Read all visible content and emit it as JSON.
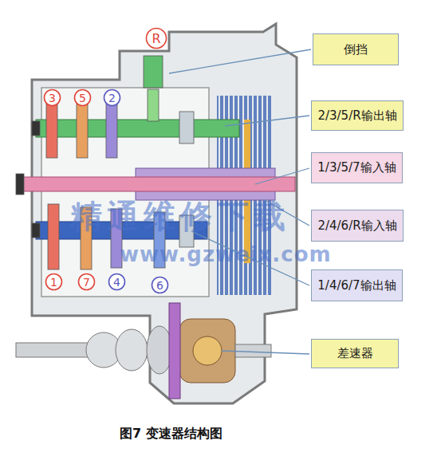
{
  "diagram": {
    "caption": "图7 变速器结构图",
    "nodes": [
      {
        "text": [
          "R"
        ]
      },
      {
        "text": [
          "倒挡"
        ]
      },
      {
        "text": [
          "3"
        ]
      },
      {
        "text": [
          "5"
        ]
      },
      {
        "text": [
          "2"
        ]
      },
      {
        "text": [
          "2/3/5/R输出轴"
        ]
      },
      {
        "text": [
          "1/3/5/7输入轴"
        ]
      },
      {
        "text": [
          "2/4/6/R输入轴"
        ]
      },
      {
        "text": [
          "1"
        ]
      },
      {
        "text": [
          "7"
        ]
      },
      {
        "text": [
          "4"
        ]
      },
      {
        "text": [
          "6"
        ]
      },
      {
        "text": [
          "1/4/6/7输出轴"
        ]
      },
      {
        "text": [
          "差速器"
        ]
      }
    ],
    "labels": [
      "精通维修下载",
      "www.gzweix.com"
    ]
  }
}
